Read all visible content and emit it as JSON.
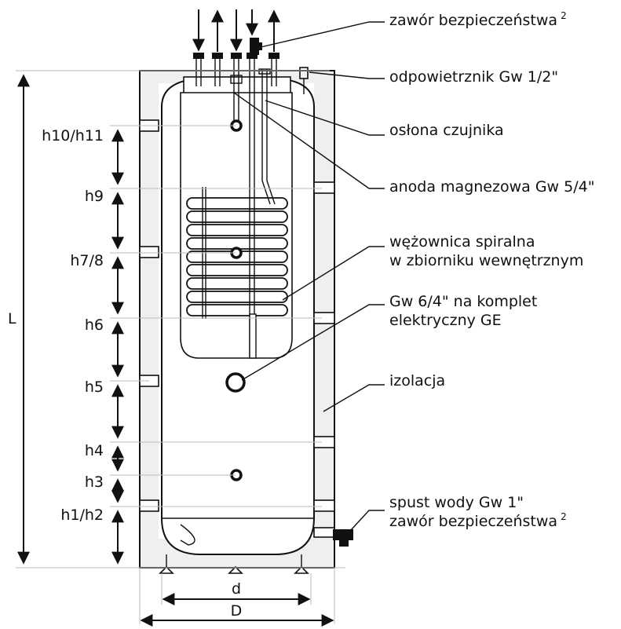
{
  "callouts": [
    {
      "id": "safety-valve-top",
      "text": "zawór bezpieczeństwa",
      "sup": "2"
    },
    {
      "id": "air-vent",
      "text": "odpowietrznik Gw 1/2\""
    },
    {
      "id": "sensor-sleeve",
      "text": "osłona czujnika"
    },
    {
      "id": "magnesium-anode",
      "text": "anoda magnezowa Gw 5/4\""
    },
    {
      "id": "spiral-coil",
      "lines": [
        "wężownica spiralna",
        "w zbiorniku wewnętrznym"
      ]
    },
    {
      "id": "electric-port",
      "lines": [
        "Gw 6/4\" na komplet",
        "elektryczny GE"
      ]
    },
    {
      "id": "insulation",
      "text": "izolacja"
    },
    {
      "id": "drain",
      "lines": [
        "spust wody Gw 1\"",
        "zawór bezpieczeństwa"
      ],
      "sup": "2"
    }
  ],
  "height_labels": [
    "h10/h11",
    "h9",
    "h7/8",
    "h6",
    "h5",
    "h4",
    "h3",
    "h1/h2"
  ],
  "dimension_labels": {
    "length": "L",
    "inner_diameter": "d",
    "outer_diameter": "D"
  }
}
